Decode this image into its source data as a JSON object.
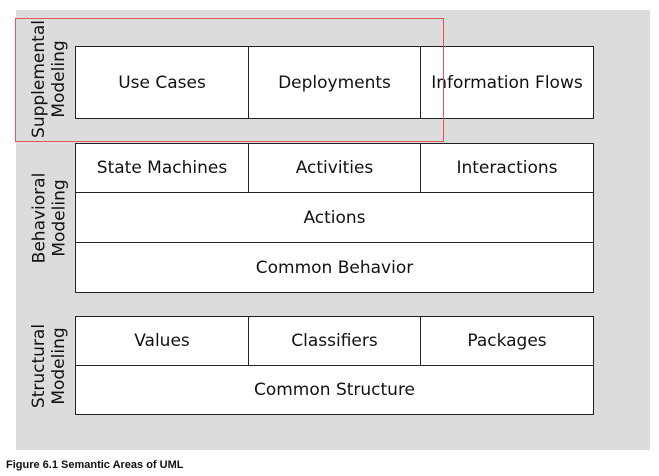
{
  "diagram": {
    "groups": {
      "supplemental": {
        "label_line1": "Supplemental",
        "label_line2": "Modeling",
        "boxes": [
          "Use Cases",
          "Deployments",
          "Information Flows"
        ]
      },
      "behavioral": {
        "label_line1": "Behavioral",
        "label_line2": "Modeling",
        "top_boxes": [
          "State Machines",
          "Activities",
          "Interactions"
        ],
        "actions": "Actions",
        "common": "Common Behavior"
      },
      "structural": {
        "label_line1": "Structural",
        "label_line2": "Modeling",
        "top_boxes": [
          "Values",
          "Classifiers",
          "Packages"
        ],
        "common": "Common Structure"
      }
    },
    "highlight_color": "#e05555"
  },
  "caption": "Figure 6.1  Semantic Areas of UML"
}
